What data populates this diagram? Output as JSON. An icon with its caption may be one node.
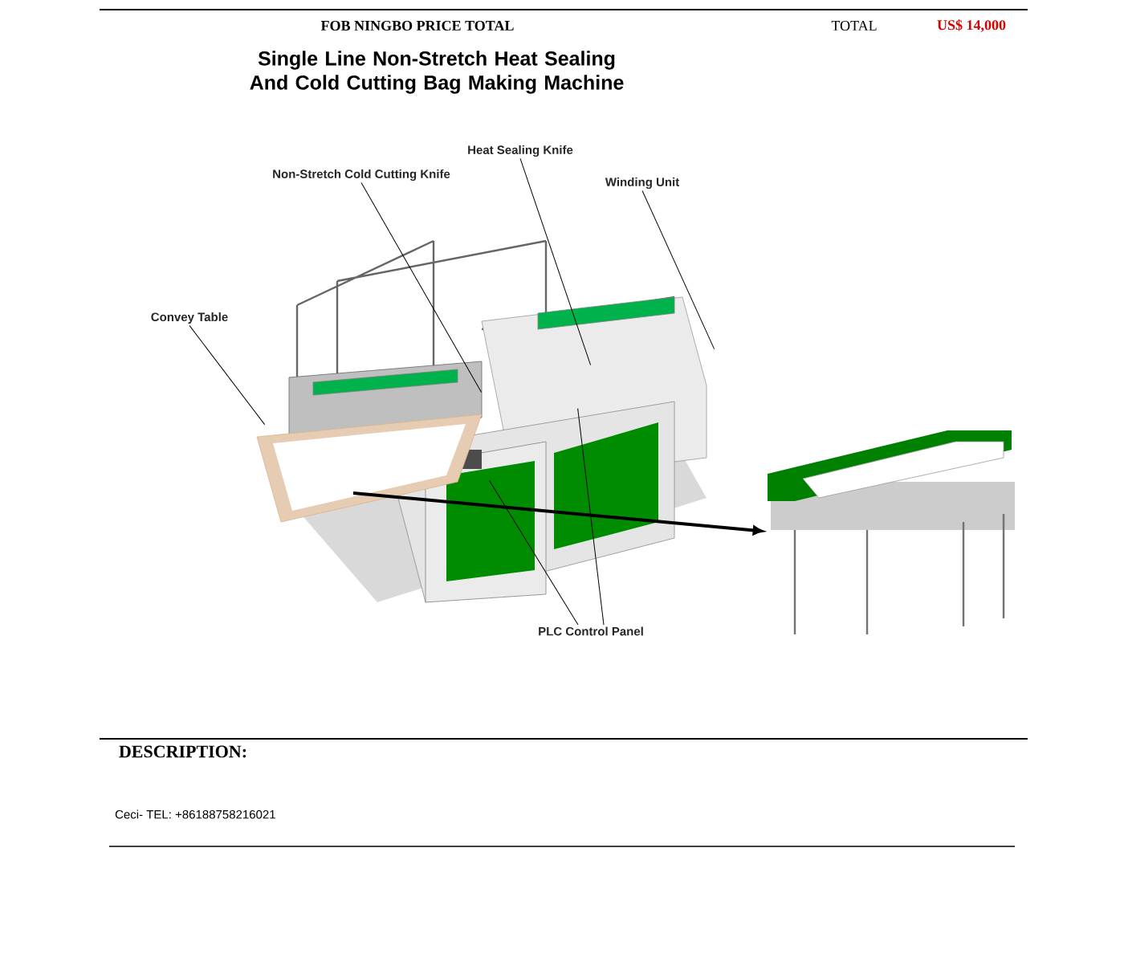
{
  "diagram": {
    "title": "Single Line Non-Stretch Heat Sealing And Cold Cutting Bag Making Machine",
    "nodes": [
      {
        "text": [
          "Convey Table"
        ]
      },
      {
        "text": [
          "Non-Stretch Cold Cutting Knife"
        ]
      },
      {
        "text": [
          "Heat Sealing Knife"
        ]
      },
      {
        "text": [
          "Winding Unit"
        ]
      },
      {
        "text": [
          "PLC Control Panel"
        ]
      },
      {
        "text": [],
        "shape": "picture"
      },
      {
        "text": [],
        "shape": "picture"
      }
    ],
    "edges": [
      {
        "from": 0,
        "to": 5,
        "arrow": "none"
      },
      {
        "from": 1,
        "to": 5,
        "arrow": "none"
      },
      {
        "from": 2,
        "to": 5,
        "arrow": "none"
      },
      {
        "from": 3,
        "to": 5,
        "arrow": "none"
      },
      {
        "from": 4,
        "to": 5,
        "arrow": "none"
      },
      {
        "from": 4,
        "to": 5,
        "arrow": "none"
      },
      {
        "from": 5,
        "to": 6,
        "arrow": "to",
        "style": "thick"
      }
    ],
    "labels": [
      "FOB NINGBO PRICE TOTAL",
      "TOTAL",
      "US$ 14,000",
      "DESCRIPTION:",
      "Ceci- TEL: +86188758216021"
    ]
  }
}
